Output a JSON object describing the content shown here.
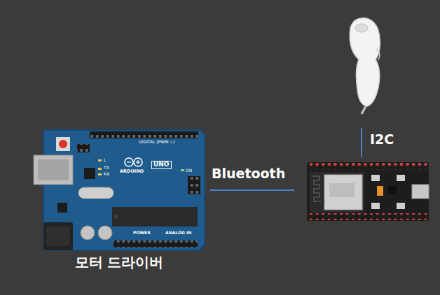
{
  "diagram": {
    "nodes": [
      {
        "text": [
          "모터 드라이버"
        ]
      }
    ],
    "labels": [
      "ARDUINO",
      "UNO",
      "DIGITAL (PWM ~)",
      "POWER",
      "ANALOG IN",
      "ON",
      "TX",
      "RX",
      "L",
      "Bluetooth",
      "I2C"
    ]
  }
}
